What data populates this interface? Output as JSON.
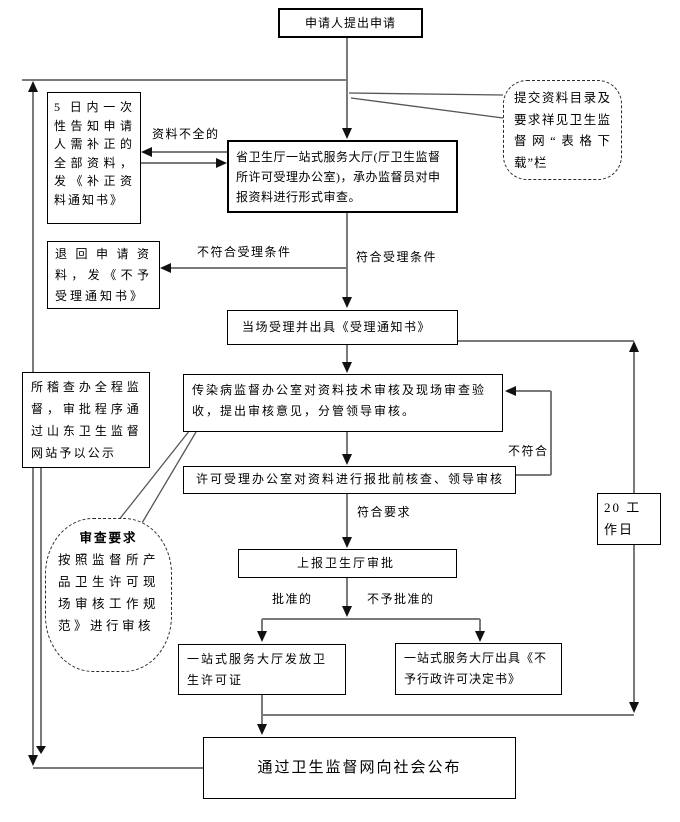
{
  "nodes": {
    "start": "申请人提出申请",
    "supplement": "5 日内一次性告知申请人需补正的全部资料，发《补正资料通知书》",
    "reception": "省卫生厅一站式服务大厅(厅卫生监督所许可受理办公室)，承办监督员对申报资料进行形式审查。",
    "reject": "退回申请资料，发《不予受理通知书》",
    "accept": "当场受理并出具《受理通知书》",
    "supervise": "所稽查办全程监督，审批程序通过山东卫生监督网站予以公示",
    "review": "传染病监督办公室对资料技术审核及现场审查验收，提出审核意见，分管领导审核。",
    "precheck": "许可受理办公室对资料进行报批前核查、领导审核",
    "submit": "上报卫生厅审批",
    "issue": "一站式服务大厅发放卫生许可证",
    "deny": "一站式服务大厅出具《不予行政许可决定书》",
    "publish": "通过卫生监督网向社会公布",
    "duration": "20 工作日"
  },
  "callouts": {
    "materials": "提交资料目录及要求祥见卫生监督网“表格下载”栏",
    "review_title": "审查要求",
    "review_body": "按照监督所产品卫生许可现场审核工作规范》进行审核"
  },
  "labels": {
    "incomplete": "资料不全的",
    "not_meet_accept": "不符合受理条件",
    "meet_accept": "符合受理条件",
    "not_conform": "不符合",
    "conform": "符合要求",
    "approved": "批准的",
    "not_approved": "不予批准的"
  },
  "colors": {
    "line": "#7a7a7a",
    "arrow": "#111111",
    "border": "#000000",
    "background": "#ffffff"
  }
}
